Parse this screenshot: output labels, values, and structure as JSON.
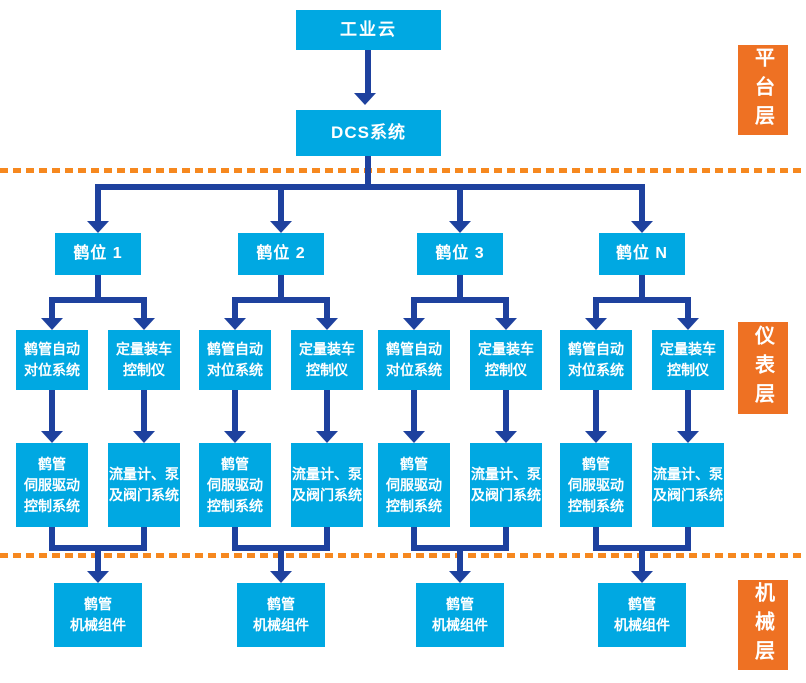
{
  "top": {
    "cloud": "工业云",
    "dcs": "DCS系统"
  },
  "layer_labels": [
    "平台层",
    "仪表层",
    "机械层"
  ],
  "columns": [
    {
      "header": "鹤位 1",
      "positioning_system": "鹤管自动\n对位系统",
      "loading_controller": "定量装车\n控制仪",
      "servo_drive_system": "鹤管\n伺服驱动\n控制系统",
      "flow_pump_valve_system": "流量计、泵\n及阀门系统",
      "mechanical_components": "鹤管\n机械组件"
    },
    {
      "header": "鹤位 2",
      "positioning_system": "鹤管自动\n对位系统",
      "loading_controller": "定量装车\n控制仪",
      "servo_drive_system": "鹤管\n伺服驱动\n控制系统",
      "flow_pump_valve_system": "流量计、泵\n及阀门系统",
      "mechanical_components": "鹤管\n机械组件"
    },
    {
      "header": "鹤位 3",
      "positioning_system": "鹤管自动\n对位系统",
      "loading_controller": "定量装车\n控制仪",
      "servo_drive_system": "鹤管\n伺服驱动\n控制系统",
      "flow_pump_valve_system": "流量计、泵\n及阀门系统",
      "mechanical_components": "鹤管\n机械组件"
    },
    {
      "header": "鹤位 N",
      "positioning_system": "鹤管自动\n对位系统",
      "loading_controller": "定量装车\n控制仪",
      "servo_drive_system": "鹤管\n伺服驱动\n控制系统",
      "flow_pump_valve_system": "流量计、泵\n及阀门系统",
      "mechanical_components": "鹤管\n机械组件"
    }
  ],
  "colors": {
    "box_cyan": "#00a8e2",
    "connector_navy": "#1e419e",
    "layer_orange": "#ee7123",
    "divider_orange": "#f6881f",
    "text_white": "#ffffff",
    "background": "#ffffff"
  }
}
